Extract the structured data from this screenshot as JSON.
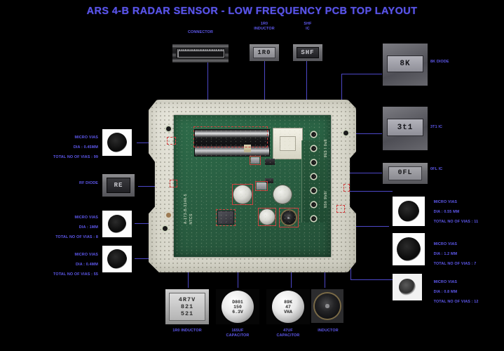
{
  "title": "ARS 4-B RADAR SENSOR - LOW FREQUENCY PCB TOP LAYOUT",
  "colors": {
    "accent": "#5a55e8",
    "label": "#5f59ef",
    "leader": "#4d48c8",
    "background": "#000000",
    "pcb_green": "#2e6b49",
    "pcb_carrier": "#e7e6dc",
    "highlight_box": "#d04040"
  },
  "top_callouts": [
    {
      "id": "connector",
      "label": "CONNECTOR",
      "part_text": ""
    },
    {
      "id": "1r0-inductor",
      "label": "1R0\nINDUCTOR",
      "part_text": "1R0"
    },
    {
      "id": "shf-ic",
      "label": "SHF\nIC",
      "part_text": "SHF"
    }
  ],
  "right_callouts": [
    {
      "id": "8k-diode",
      "label": "8K DIODE",
      "part_text": "8K"
    },
    {
      "id": "3t1-ic",
      "label": "3T1 IC",
      "part_text": "3t1"
    },
    {
      "id": "0fl-ic",
      "label": "0FL IC",
      "part_text": "0FL"
    }
  ],
  "right_via_callouts": [
    {
      "id": "micro-vias-055",
      "line1": "MICRO VIAS",
      "line2": "DIA : 0.55 MM",
      "line3": "TOTAL NO OF VIAS : 11"
    },
    {
      "id": "micro-vias-12",
      "line1": "MICRO VIAS",
      "line2": "DIA : 1.2 MM",
      "line3": "TOTAL NO OF VIAS : 7"
    },
    {
      "id": "micro-vias-08",
      "line1": "MICRO VIAS",
      "line2": "DIA : 0.8 MM",
      "line3": "TOTAL NO OF VIAS : 12"
    }
  ],
  "left_callouts": [
    {
      "id": "micro-vias-045",
      "line1": "MICRO VIAS",
      "line2": "DIA : 0.45MM",
      "line3": "TOTAL NO OF VIAS : 99"
    },
    {
      "id": "rf-diode",
      "line1": "RF DIODE",
      "line2": "",
      "line3": "",
      "part_text": "RE"
    },
    {
      "id": "micro-vias-1mm",
      "line1": "MICRO VIAS",
      "line2": "DIA : 1MM",
      "line3": "TOTAL NO OF VIAS : 8"
    },
    {
      "id": "micro-vias-04",
      "line1": "MICRO VIAS",
      "line2": "DIA : 0.4MM",
      "line3": "TOTAL NO OF VIAS : 55"
    }
  ],
  "bottom_callouts": [
    {
      "id": "1r0-inductor-bottom",
      "label": "1R0 INDUCTOR",
      "part_lines": [
        "4R7V",
        "821",
        "521"
      ]
    },
    {
      "id": "165uf-capacitor",
      "label": "165UF\nCAPACITOR",
      "part_lines": [
        "D801",
        "150",
        "6.3V"
      ]
    },
    {
      "id": "47uf-capacitor",
      "label": "47UF\nCAPACITOR",
      "part_lines": [
        "89K",
        "47",
        "VHA"
      ]
    },
    {
      "id": "inductor-bottom",
      "label": "INDUCTOR",
      "part_lines": []
    }
  ],
  "pcb_silkscreen": {
    "right_strip_top": "9E5 l 0u8",
    "right_strip_bottom": "85h 9h8l",
    "left_vertical": "A-173-B-3148-5",
    "left_vertical_2": "NTCS"
  }
}
